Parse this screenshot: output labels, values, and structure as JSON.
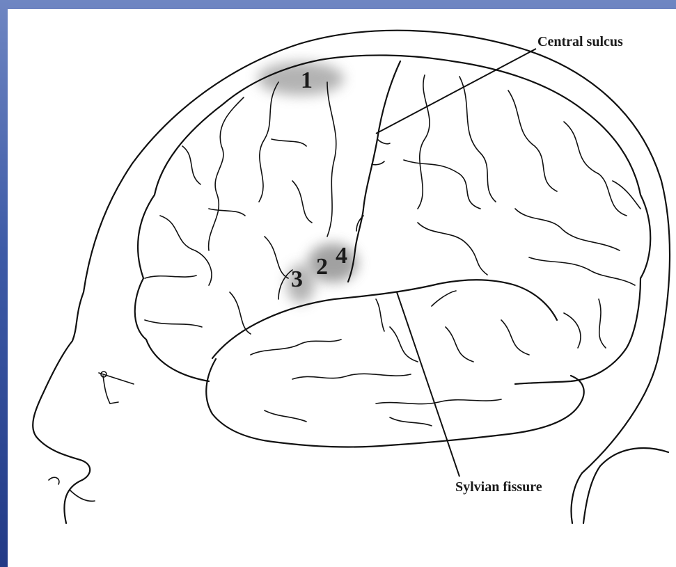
{
  "labels": {
    "central_sulcus": "Central sulcus",
    "sylvian_fissure": "Sylvian fissure"
  },
  "regions": [
    {
      "id": "1",
      "label": "1"
    },
    {
      "id": "2",
      "label": "2"
    },
    {
      "id": "3",
      "label": "3"
    },
    {
      "id": "4",
      "label": "4"
    }
  ],
  "colors": {
    "background_gradient_top": "#6f86c2",
    "background_gradient_bottom": "#223a86",
    "line": "#111111",
    "highlight": "#9a9a9a"
  }
}
